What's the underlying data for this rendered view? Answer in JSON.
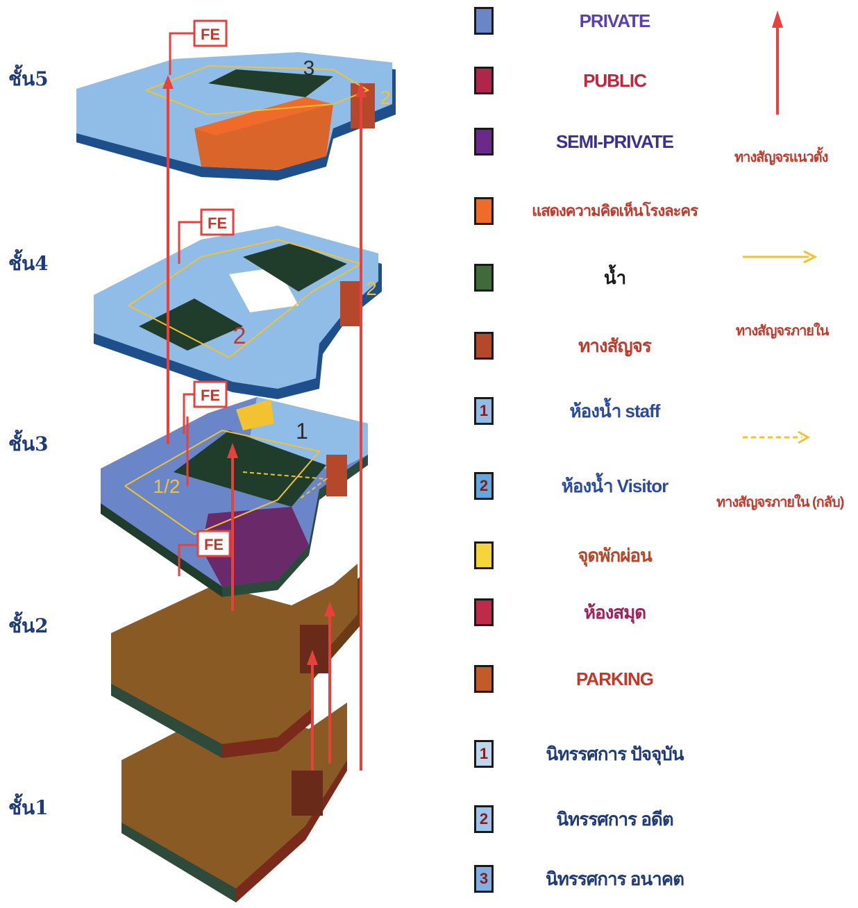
{
  "floors": [
    "ชั้น5",
    "ชั้น4",
    "ชั้น3",
    "ชั้น2",
    "ชั้น1"
  ],
  "fire_exit_label": "FE",
  "circulation_numbers": {
    "n1": "1",
    "n2": "2",
    "n3": "3",
    "n12": "1/2"
  },
  "legend": [
    {
      "label": "PRIVATE",
      "color": "#6a86c8",
      "text_color": "#5b3fb0",
      "mark": ""
    },
    {
      "label": "PUBLIC",
      "color": "#b0254a",
      "text_color": "#c0263b",
      "mark": ""
    },
    {
      "label": "SEMI-PRIVATE",
      "color": "#6a2a8a",
      "text_color": "#3b2f8f",
      "mark": ""
    },
    {
      "label": "แสดงความคิดเห็นโรงละคร",
      "color": "#f06a2a",
      "text_color": "#c0392b",
      "mark": ""
    },
    {
      "label": "น้ำ",
      "color": "#3f6b3a",
      "text_color": "#1a1a1a",
      "mark": ""
    },
    {
      "label": "ทางสัญจร",
      "color": "#b5472b",
      "text_color": "#c0392b",
      "mark": ""
    },
    {
      "label": "ห้องน้ำ staff",
      "color": "#8fbde8",
      "text_color": "#2a4aa0",
      "mark": "1"
    },
    {
      "label": "ห้องน้ำ Visitor",
      "color": "#5fa8e0",
      "text_color": "#2a4aa0",
      "mark": "2"
    },
    {
      "label": "จุดพักผ่อน",
      "color": "#f5d33a",
      "text_color": "#b5472b",
      "mark": ""
    },
    {
      "label": "ห้องสมุด",
      "color": "#c02a4a",
      "text_color": "#a0205a",
      "mark": ""
    },
    {
      "label": "PARKING",
      "color": "#c25a2a",
      "text_color": "#c0392b",
      "mark": ""
    },
    {
      "label": "นิทรรศการ ปัจจุบัน",
      "color": "#bcd8f0",
      "text_color": "#1f3a7a",
      "mark": "1"
    },
    {
      "label": "นิทรรศการ อดีต",
      "color": "#9cc4ec",
      "text_color": "#1f3a7a",
      "mark": "2"
    },
    {
      "label": "นิทรรศการ อนาคต",
      "color": "#7fb0e4",
      "text_color": "#1f3a7a",
      "mark": "3"
    }
  ],
  "arrow_legend": {
    "vertical": "ทางสัญจรแนวตั้ง",
    "horizontal": "ทางสัญจรภายใน",
    "dashed": "ทางสัญจรภายใน (กลับ)"
  },
  "colors": {
    "red": "#e8403a",
    "yellow": "#f2c230",
    "light_blue": "#8fbde8",
    "dark_blue": "#1f4f8a",
    "dark_green": "#1f3d2a",
    "orange": "#d9652a",
    "purple": "#6a2a6a",
    "brown": "#7a4a1e",
    "dark_brown": "#5a3514"
  }
}
